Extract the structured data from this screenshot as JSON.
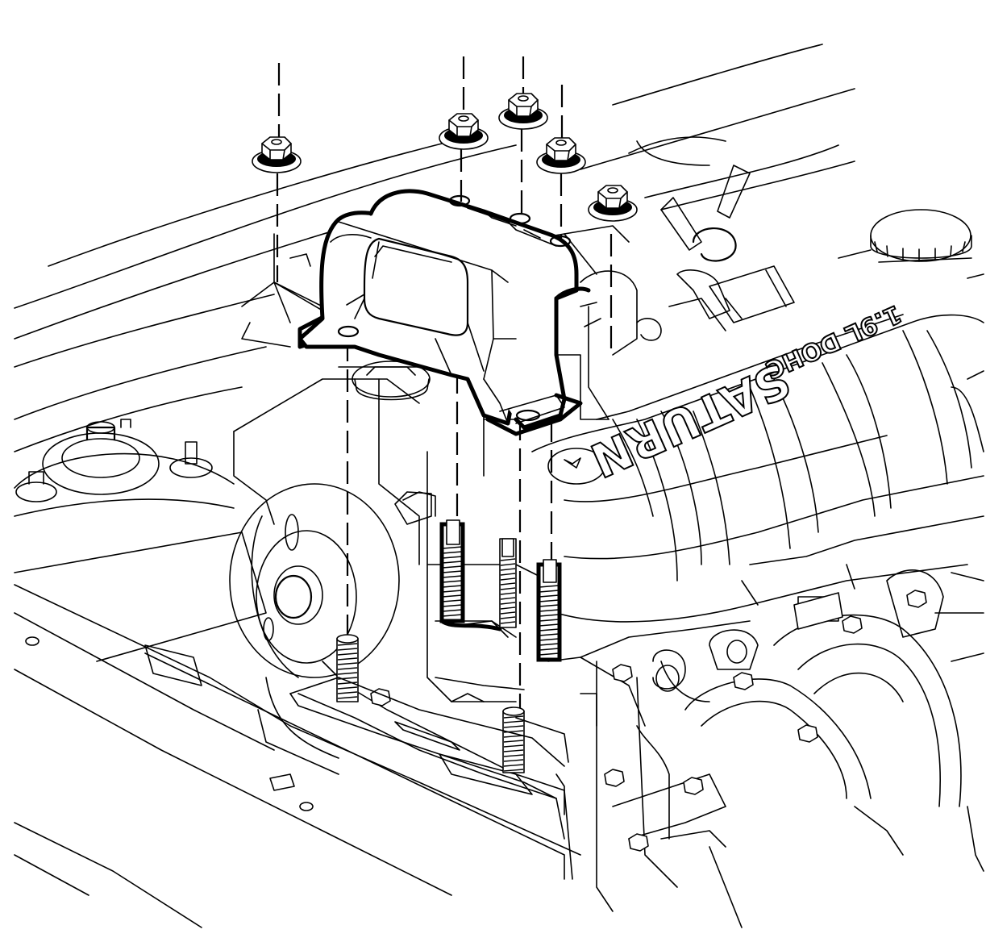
{
  "figure": {
    "manifold_brand_text": "SATURN",
    "manifold_engine_text": "1.9L DOHC"
  },
  "components": {
    "nuts": [
      "nut-1",
      "nut-2",
      "nut-3",
      "nut-4",
      "nut-5"
    ],
    "studs": [
      "stud-1",
      "stud-2",
      "stud-3",
      "stud-4",
      "stud-5"
    ]
  }
}
